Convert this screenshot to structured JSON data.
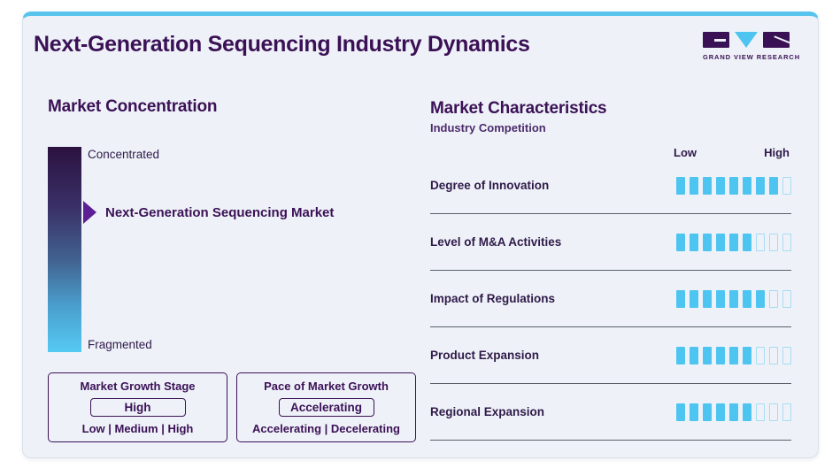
{
  "header": {
    "title": "Next-Generation Sequencing Industry Dynamics",
    "logo_text": "GRAND VIEW RESEARCH"
  },
  "market_concentration": {
    "heading": "Market Concentration",
    "scale_top": "Concentrated",
    "scale_bottom": "Fragmented",
    "marker_label": "Next-Generation Sequencing Market",
    "marker_position_pct": 32
  },
  "growth_boxes": [
    {
      "title": "Market Growth Stage",
      "value": "High",
      "options": "Low | Medium | High"
    },
    {
      "title": "Pace of Market Growth",
      "value": "Accelerating",
      "options": "Accelerating | Decelerating"
    }
  ],
  "market_characteristics": {
    "heading": "Market Characteristics",
    "subheading": "Industry Competition",
    "scale_low": "Low",
    "scale_high": "High",
    "rows": [
      {
        "label": "Degree of Innovation",
        "filled": 8,
        "total": 9
      },
      {
        "label": "Level of M&A Activities",
        "filled": 6,
        "total": 9
      },
      {
        "label": "Impact of Regulations",
        "filled": 7,
        "total": 9
      },
      {
        "label": "Product Expansion",
        "filled": 6,
        "total": 9
      },
      {
        "label": "Regional Expansion",
        "filled": 6,
        "total": 9
      }
    ]
  },
  "chart_data": {
    "type": "bar",
    "title": "Market Characteristics — Industry Competition",
    "categories": [
      "Degree of Innovation",
      "Level of M&A Activities",
      "Impact of Regulations",
      "Product Expansion",
      "Regional Expansion"
    ],
    "values": [
      8,
      6,
      7,
      6,
      6
    ],
    "value_range": [
      0,
      9
    ],
    "scale_labels": [
      "Low",
      "High"
    ],
    "orientation": "horizontal",
    "style": "segmented-meter",
    "legend": "off"
  },
  "colors": {
    "accent_blue": "#4ec5f0",
    "heading_purple": "#3b1156",
    "text_dark": "#2f1a49",
    "arrow_purple": "#5c2094",
    "gradient_top": "#2b1240",
    "gradient_bottom": "#55c9f2",
    "empty_segment_border": "#a5dcf4",
    "card_background": "#eef2f8",
    "top_accent": "#58c3ec",
    "separator_gray": "#596069"
  }
}
